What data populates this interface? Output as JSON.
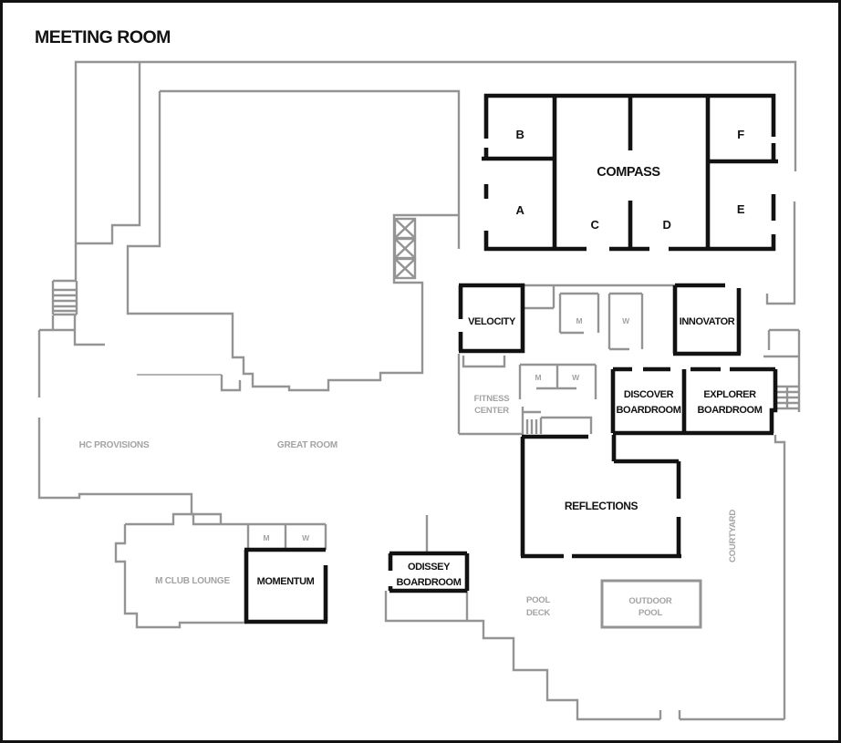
{
  "title": "MEETING ROOM",
  "colors": {
    "room_walls": "#121212",
    "building_outline": "#949494",
    "area_labels": "#a3a3a3",
    "background": "#ffffff"
  },
  "rooms": {
    "compass": {
      "name": "COMPASS",
      "section_a": "A",
      "section_b": "B",
      "section_c": "C",
      "section_d": "D",
      "section_e": "E",
      "section_f": "F"
    },
    "velocity": {
      "name": "VELOCITY"
    },
    "innovator": {
      "name": "INNOVATOR"
    },
    "discover_boardroom": {
      "line1": "DISCOVER",
      "line2": "BOARDROOM"
    },
    "explorer_boardroom": {
      "line1": "EXPLORER",
      "line2": "BOARDROOM"
    },
    "reflections": {
      "name": "REFLECTIONS"
    },
    "momentum": {
      "name": "MOMENTUM"
    },
    "odissey_boardroom": {
      "line1": "ODISSEY",
      "line2": "BOARDROOM"
    }
  },
  "areas": {
    "hc_provisions": {
      "name": "HC PROVISIONS"
    },
    "great_room": {
      "name": "GREAT ROOM"
    },
    "fitness_center": {
      "line1": "FITNESS",
      "line2": "CENTER"
    },
    "m_club_lounge": {
      "name": "M CLUB LOUNGE"
    },
    "pool_deck": {
      "line1": "POOL",
      "line2": "DECK"
    },
    "outdoor_pool": {
      "line1": "OUTDOOR",
      "line2": "POOL"
    },
    "courtyard": {
      "name": "COURTYARD"
    }
  },
  "restrooms": {
    "mens": "M",
    "womens": "W"
  }
}
